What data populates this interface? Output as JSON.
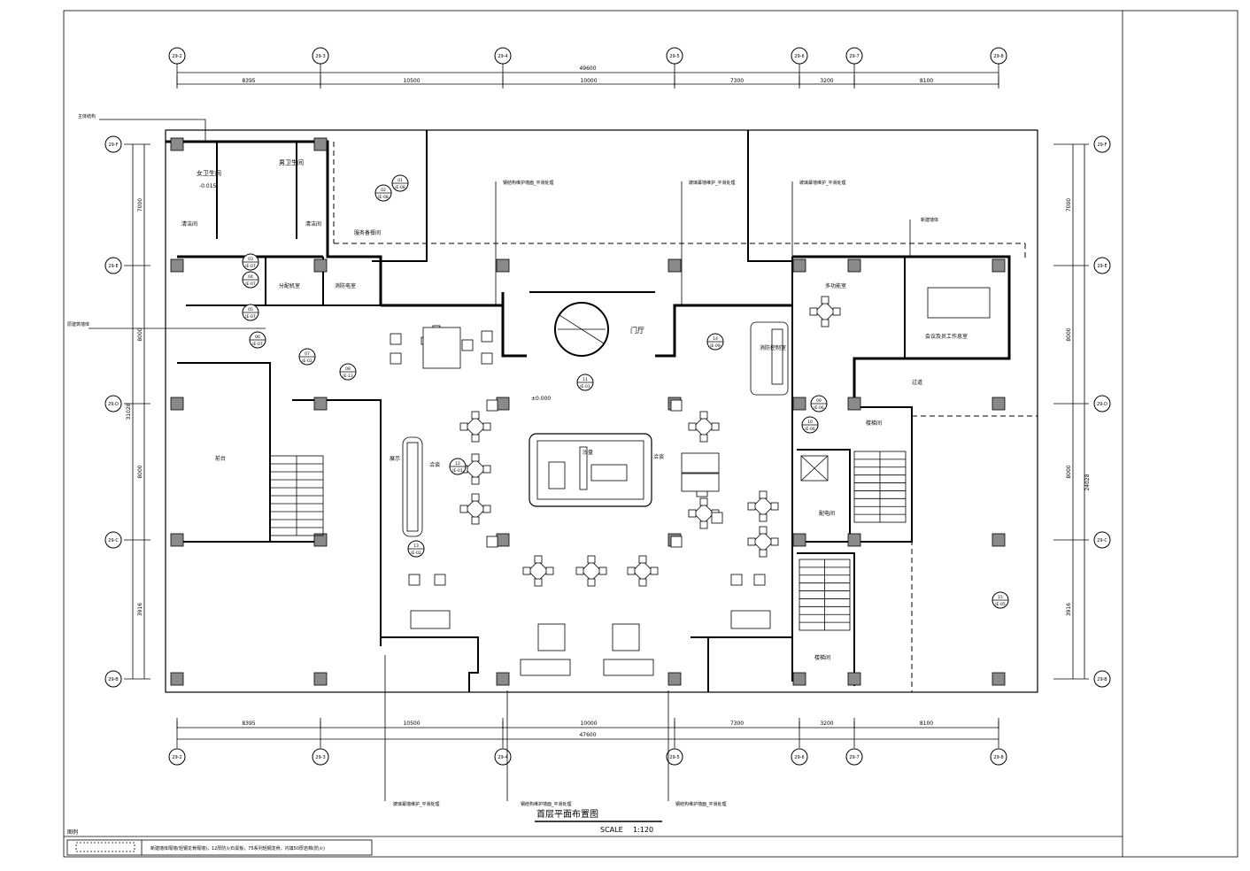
{
  "drawing": {
    "title": "首层平面布置图",
    "scale_label": "SCALE",
    "scale_value": "1:120"
  },
  "top_axes": [
    "29-2",
    "29-3",
    "29-4",
    "29-5",
    "29-6",
    "29-7",
    "29-8"
  ],
  "bottom_axes": [
    "29-2",
    "29-3",
    "29-4",
    "29-5",
    "29-6",
    "29-7",
    "29-8"
  ],
  "left_axes": [
    "29-F",
    "29-E",
    "29-D",
    "29-C",
    "29-B"
  ],
  "right_axes": [
    "29-F",
    "29-E",
    "29-D",
    "29-C",
    "29-B"
  ],
  "dims_top": {
    "total": "49600",
    "spans": [
      "8395",
      "10500",
      "10000",
      "7300",
      "3200",
      "8100"
    ]
  },
  "dims_bottom": {
    "total": "47600",
    "spans": [
      "8395",
      "10500",
      "10000",
      "7300",
      "3200",
      "8100"
    ]
  },
  "dims_left": {
    "total": "31028",
    "spans": [
      "7000",
      "8000",
      "8000",
      "3916"
    ]
  },
  "dims_right": {
    "total": "24028",
    "spans": [
      "7000",
      "8000",
      "8000",
      "3916"
    ]
  },
  "rooms": {
    "female_wc": "女卫生间",
    "male_wc": "男卫生间",
    "janitor_left": "清洁间",
    "janitor_right": "清洁间",
    "staff_room": "分配机室",
    "lift_room": "消防电室",
    "pantry": "服务备餐间",
    "lobby": "门厅",
    "fire_control": "消防控制室",
    "multi_room": "多功能室",
    "meeting": "会议及员工作息室",
    "corridor": "过道",
    "stair_room": "楼梯间",
    "stair_room2": "楼梯间",
    "dist": "配电间",
    "reception": "前台",
    "sand_table": "沙盘",
    "sales": "洽谈",
    "rest_area": "洽谈",
    "display": "展示"
  },
  "level": "±0.000",
  "level_wc": "-0.015",
  "notes": {
    "top_left": "主体结构",
    "left_mid": "原建筑墙体",
    "n1": "钢结构维护墙面_平滑处理",
    "n2": "玻璃幕墙维护_平滑处理",
    "n3": "玻璃幕墙维护_平滑处理",
    "n4": "新建墙体",
    "b1": "玻璃幕墙维护_平滑处理",
    "b2": "钢结构维护墙面_平滑处理",
    "b3": "钢结构维护墙面_平滑处理"
  },
  "legend": {
    "title": "图例",
    "text": "新建墙体隔墙(轻钢龙骨隔墙)，12厚防火石膏板，75系列轻钢龙骨，内填50厚岩棉(防火)"
  },
  "tags": {
    "t1": [
      "01",
      "IE-08"
    ],
    "t2": [
      "02",
      "IE-08"
    ],
    "t3": [
      "03",
      "IE-07"
    ],
    "t4": [
      "04",
      "IE-07"
    ],
    "t5": [
      "05",
      "IE-07"
    ],
    "t6": [
      "06",
      "IE-07"
    ],
    "t7": [
      "07",
      "IE-02"
    ],
    "t8": [
      "08",
      "IE-13"
    ],
    "t9": [
      "09",
      "IE-06"
    ],
    "t10": [
      "10",
      "IE-06"
    ],
    "t11": [
      "11",
      "IE-01"
    ],
    "t12": [
      "12",
      "IE-01"
    ],
    "t13": [
      "13",
      "IE-02"
    ],
    "t14": [
      "14",
      "IE-09"
    ],
    "t15": [
      "15",
      "IE-05"
    ]
  }
}
